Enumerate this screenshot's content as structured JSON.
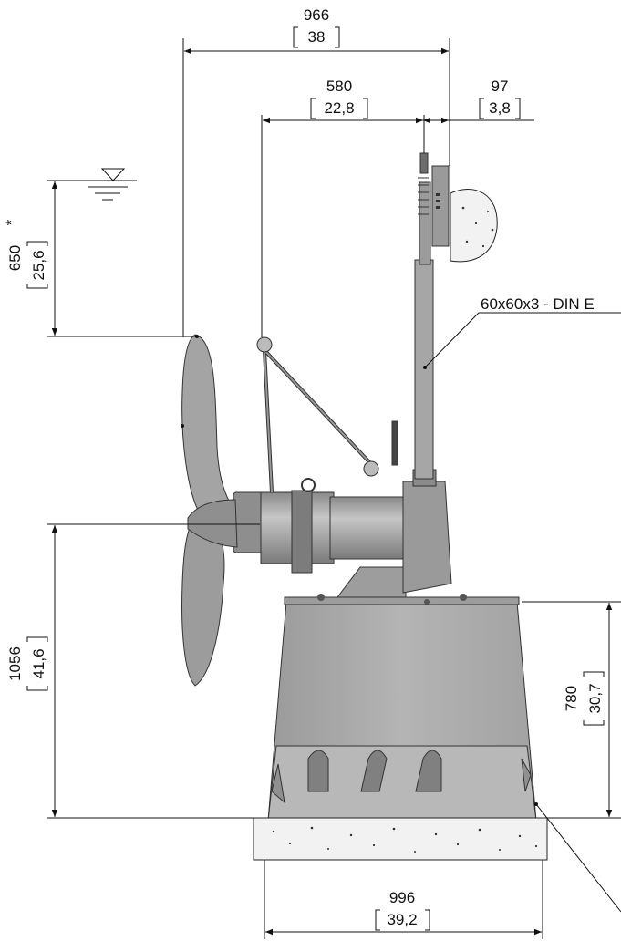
{
  "dimensions": {
    "overall_width": {
      "mm": "966",
      "in": "38"
    },
    "blade_to_bracket": {
      "mm": "580",
      "in": "22,8"
    },
    "bracket_offset": {
      "mm": "97",
      "in": "3,8"
    },
    "submergence": {
      "mm": "650",
      "star": "*",
      "in": "25,6"
    },
    "shaft_height": {
      "mm": "1056",
      "in": "41,6"
    },
    "base_height": {
      "mm": "780",
      "in": "30,7"
    },
    "base_width": {
      "mm": "996",
      "in": "39,2"
    }
  },
  "callout": {
    "profile": "60x60x3 - DIN E"
  },
  "icons": [
    "water-level-symbol",
    "concrete-wall-hatch",
    "concrete-floor-hatch"
  ],
  "colors": {
    "metal": "#a9a9a9",
    "metal_dark": "#7d7d7d",
    "metal_light": "#c8c8c8",
    "concrete": "#f2f2f2"
  }
}
